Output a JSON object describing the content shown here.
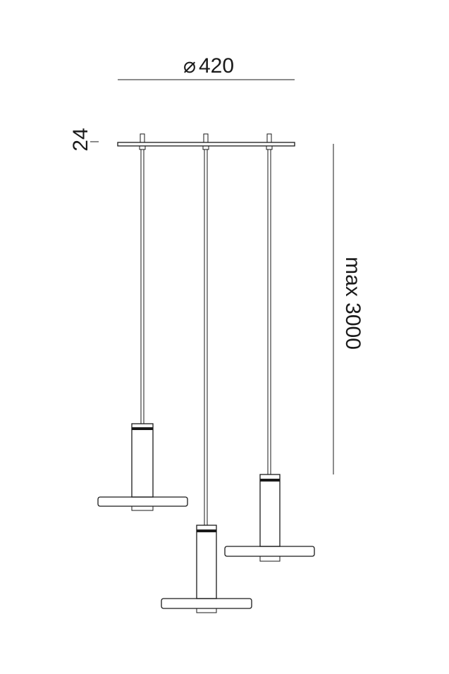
{
  "dimensions": {
    "diameter_symbol": "⌀",
    "diameter_value": "420",
    "canopy_height": "24",
    "max_length": "max 3000"
  },
  "colors": {
    "stroke": "#1a1a1a",
    "background": "#ffffff"
  }
}
